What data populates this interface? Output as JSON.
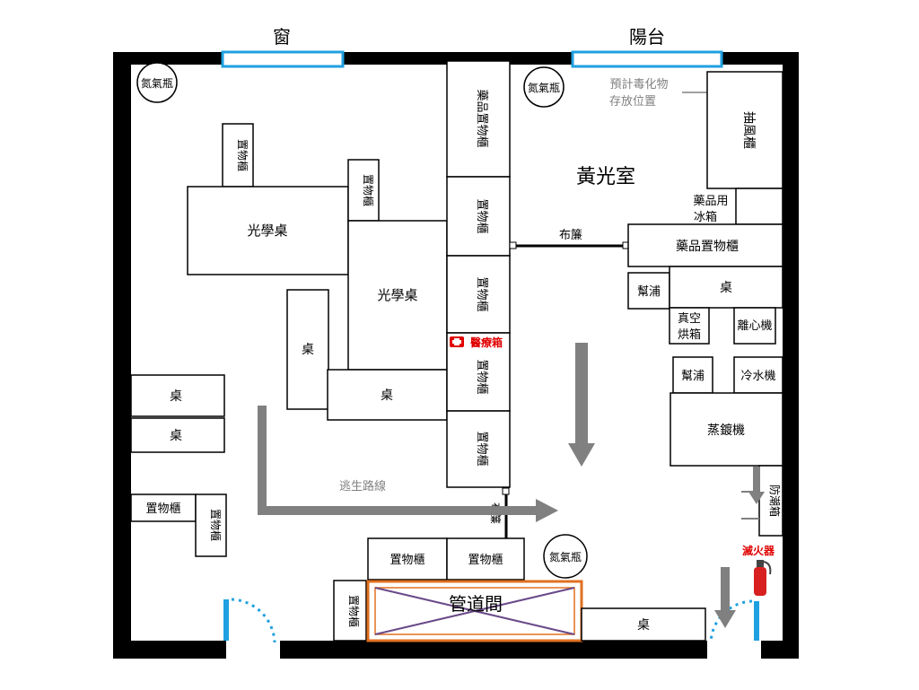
{
  "windows": {
    "window": "窗",
    "balcony": "陽台"
  },
  "cylinders": [
    "氮氣瓶",
    "氮氣瓶",
    "氮氣瓶"
  ],
  "toxic_storage_note": [
    "預計毒化物",
    "存放位置"
  ],
  "rooms": {
    "yellow_room": "黃光室",
    "pipe_room": "管道間"
  },
  "furniture": {
    "optical_table": "光學桌",
    "table": "桌",
    "cabinet": "置物櫃",
    "chemical_cabinet": "藥品置物櫃",
    "chemical_fridge": [
      "藥品用",
      "冰箱"
    ],
    "fume_hood": "抽風櫃",
    "vacuum_oven": [
      "真空",
      "烘箱"
    ],
    "centrifuge": "離心機",
    "chiller": "冷水機",
    "evaporator": "蒸鍍機",
    "dry_box": "防潮箱",
    "ultrasonic": "幫浦",
    "curtain": "布簾"
  },
  "safety": {
    "first_aid": "醫療箱",
    "fire_extinguisher": "滅火器",
    "escape_route": "逃生路線"
  },
  "colors": {
    "window_blue": "#1fa0e0",
    "danger_red": "#e00000",
    "arrow_gray": "#808080",
    "pipe_orange": "#e07020",
    "pipe_cross": "#6a4a8a"
  }
}
